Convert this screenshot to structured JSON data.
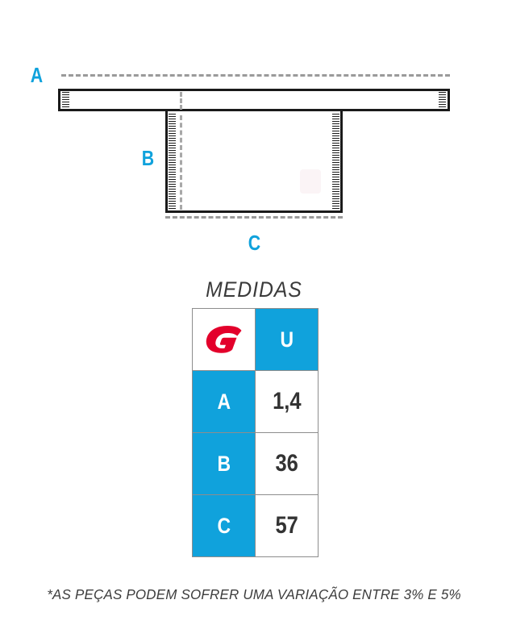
{
  "diagram": {
    "name": "garment-measurement-diagram",
    "labels": {
      "a": "A",
      "b": "B",
      "c": "C"
    },
    "colors": {
      "accent_blue": "#10A2DC",
      "outline": "#1a1a1a",
      "guide_dash": "#9a9a9a",
      "brand_red": "#E3002B"
    }
  },
  "table": {
    "title": "MEDIDAS",
    "brand_logo": "brand-g-logo",
    "size_header": "U",
    "rows": [
      {
        "label": "A",
        "value": "1,4"
      },
      {
        "label": "B",
        "value": "36"
      },
      {
        "label": "C",
        "value": "57"
      }
    ]
  },
  "footnote": {
    "text": "*AS PEÇAS PODEM SOFRER UMA VARIAÇÃO ENTRE 3% E 5%"
  }
}
